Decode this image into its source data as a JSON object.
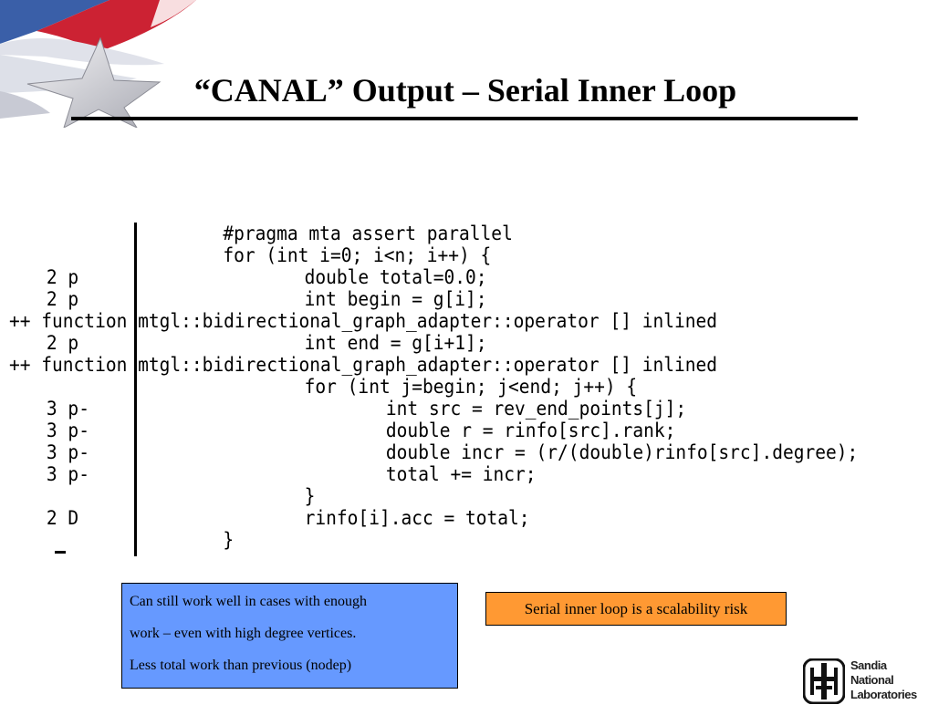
{
  "slide": {
    "title": "“CANAL” Output – Serial Inner Loop",
    "logo_icon": "sandia-star-flag-icon"
  },
  "code": {
    "lines": [
      {
        "ann": "",
        "text": "#pragma mta assert parallel",
        "indent": 0
      },
      {
        "ann": "",
        "text": "for (int i=0; i<n; i++) {",
        "indent": 0
      },
      {
        "ann": "2 p",
        "text": "double total=0.0;",
        "indent": 1
      },
      {
        "ann": "2 p",
        "text": "int begin = g[i];",
        "indent": 1
      },
      {
        "info": "++ function mtgl::bidirectional_graph_adapter::operator [] inlined"
      },
      {
        "ann": "2 p",
        "text": "int end = g[i+1];",
        "indent": 1
      },
      {
        "info": "++ function mtgl::bidirectional_graph_adapter::operator [] inlined"
      },
      {
        "ann": "",
        "text": "for (int j=begin; j<end; j++) {",
        "indent": 1
      },
      {
        "ann": "3 p-",
        "text": "int src = rev_end_points[j];",
        "indent": 2
      },
      {
        "ann": "3 p-",
        "text": "double r = rinfo[src].rank;",
        "indent": 2
      },
      {
        "ann": "3 p-",
        "text": "double incr = (r/(double)rinfo[src].degree);",
        "indent": 2
      },
      {
        "ann": "3 p-",
        "text": "total += incr;",
        "indent": 2
      },
      {
        "ann": "",
        "text": "}",
        "indent": 1
      },
      {
        "ann": "2 D",
        "text": "rinfo[i].acc = total;",
        "indent": 1
      },
      {
        "ann": "",
        "text": "}",
        "indent": 0
      }
    ]
  },
  "notes": {
    "left_lines": [
      "Can still work well in cases with enough",
      "work – even with high degree vertices.",
      "Less total work than previous (nodep)"
    ],
    "right": "Serial inner loop is a scalability risk"
  },
  "footer": {
    "logo_text": [
      "Sandia",
      "National",
      "Laboratories"
    ],
    "logo_icon": "sandia-thunderbird-icon"
  },
  "colors": {
    "note_blue": "#6699ff",
    "note_orange": "#ff9933",
    "logo_red": "#cc2233",
    "logo_blue": "#3a5fa8"
  }
}
